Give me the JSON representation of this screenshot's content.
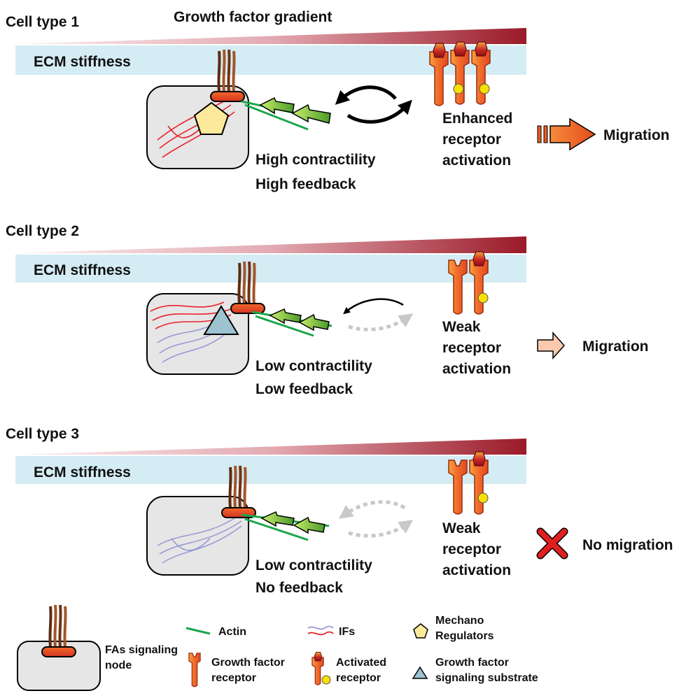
{
  "header": {
    "gradient_label": "Growth factor gradient"
  },
  "panels": [
    {
      "cell_type": "Cell type 1",
      "ecm_label": "ECM stiffness",
      "contractility": "High contractility",
      "feedback": "High feedback",
      "receptor_line1": "Enhanced",
      "receptor_line2": "receptor",
      "receptor_line3": "activation",
      "outcome": "Migration"
    },
    {
      "cell_type": "Cell type 2",
      "ecm_label": "ECM stiffness",
      "contractility": "Low contractility",
      "feedback": "Low feedback",
      "receptor_line1": "Weak",
      "receptor_line2": "receptor",
      "receptor_line3": "activation",
      "outcome": "Migration"
    },
    {
      "cell_type": "Cell type 3",
      "ecm_label": "ECM stiffness",
      "contractility": "Low contractility",
      "feedback": "No feedback",
      "receptor_line1": "Weak",
      "receptor_line2": "receptor",
      "receptor_line3": "activation",
      "outcome": "No migration"
    }
  ],
  "legend": {
    "fa_line1": "FAs signaling",
    "fa_line2": "node",
    "actin": "Actin",
    "ifs": "IFs",
    "mechano_line1": "Mechano",
    "mechano_line2": "Regulators",
    "gfr_line1": "Growth factor",
    "gfr_line2": "receptor",
    "activated_line1": "Activated",
    "activated_line2": "receptor",
    "substrate_line1": "Growth factor",
    "substrate_line2": "signaling substrate"
  },
  "colors": {
    "ecm_band": "#d4ecf3",
    "gradient_light": "#f6e3e6",
    "gradient_dark": "#9a1a28",
    "receptor": "#ee5a24",
    "actin": "#1aa64a",
    "ifs_red": "#e8232a",
    "ifs_blue": "#9b9ad6",
    "mechano": "#fde99a",
    "substrate": "#9cc3cf",
    "cell": "#e6e6e6",
    "cross": "#e02020",
    "weak_arrow": "#fbc9ae"
  }
}
